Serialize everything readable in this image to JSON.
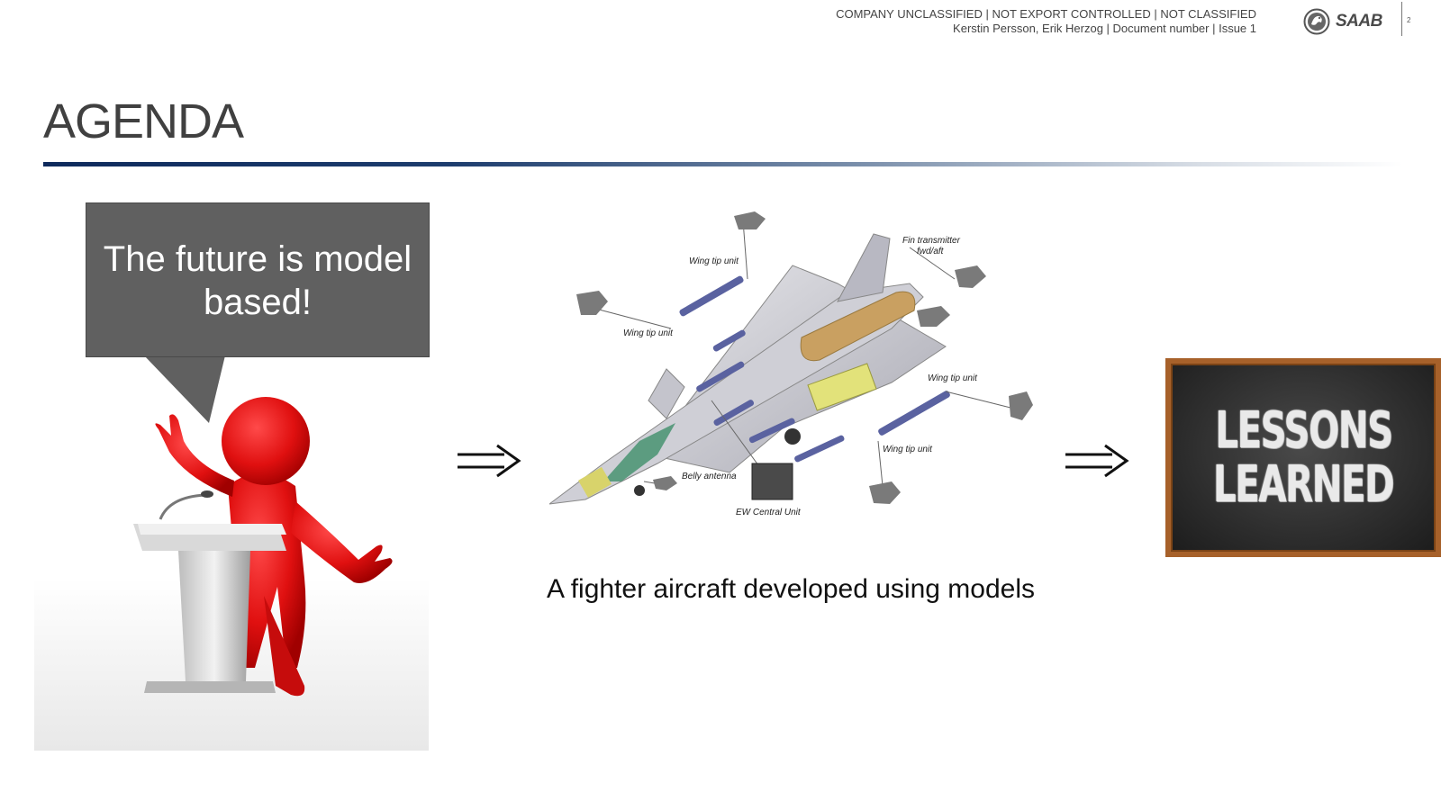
{
  "header": {
    "classification": "COMPANY UNCLASSIFIED | NOT EXPORT CONTROLLED | NOT CLASSIFIED",
    "authors": "Kerstin Persson, Erik Herzog | Document number | Issue  1",
    "logo_text": "SAAB",
    "page_number": "2"
  },
  "slide": {
    "title": "AGENDA",
    "speech_bubble_line1": "The future is model",
    "speech_bubble_line2": "based!",
    "arrow_symbol": "⇒",
    "caption": "A fighter aircraft developed using models",
    "board_line1": "LESSONS",
    "board_line2": "LEARNED"
  },
  "aircraft_labels": {
    "wing_tip_unit": "Wing tip unit",
    "fin_transmitter": "Fin transmitter",
    "fwd_aft": "fwd/aft",
    "belly_antenna": "Belly antenna",
    "ew_central_unit": "EW Central Unit"
  },
  "colors": {
    "title_rule_start": "#0e2a5c",
    "bubble": "#606060",
    "figure_red": "#d81414",
    "board_frame": "#a7612a"
  }
}
